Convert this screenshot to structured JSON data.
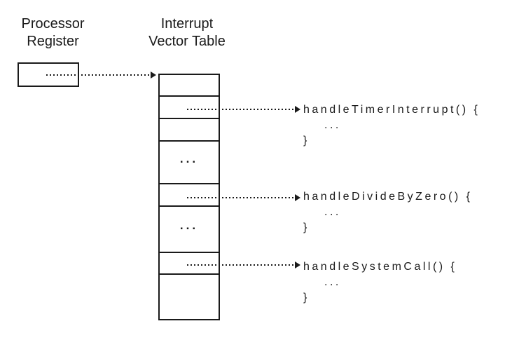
{
  "labels": {
    "processor_register": "Processor\nRegister",
    "interrupt_vector_table": "Interrupt\nVector Table"
  },
  "vector_table": {
    "ellipsis": "..."
  },
  "handlers": [
    {
      "signature": "handleTimerInterrupt() {",
      "body": "...",
      "close": "}"
    },
    {
      "signature": "handleDivideByZero() {",
      "body": "...",
      "close": "}"
    },
    {
      "signature": "handleSystemCall() {",
      "body": "...",
      "close": "}"
    }
  ],
  "colors": {
    "ink": "#1a1a1a",
    "background": "#ffffff"
  }
}
